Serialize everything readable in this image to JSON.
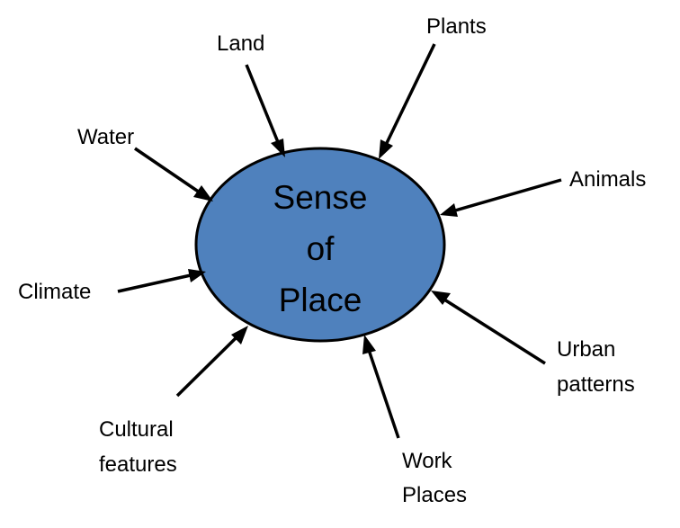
{
  "center": {
    "lines": [
      "Sense",
      "of",
      "Place"
    ],
    "fill_color": "#4F81BD",
    "stroke_color": "#000000"
  },
  "factors": {
    "land": [
      "Land"
    ],
    "plants": [
      "Plants"
    ],
    "water": [
      "Water"
    ],
    "animals": [
      "Animals"
    ],
    "climate": [
      "Climate"
    ],
    "urban_patterns": [
      "Urban",
      "patterns"
    ],
    "cultural_features": [
      "Cultural",
      "features"
    ],
    "work_places": [
      "Work",
      "Places"
    ]
  }
}
